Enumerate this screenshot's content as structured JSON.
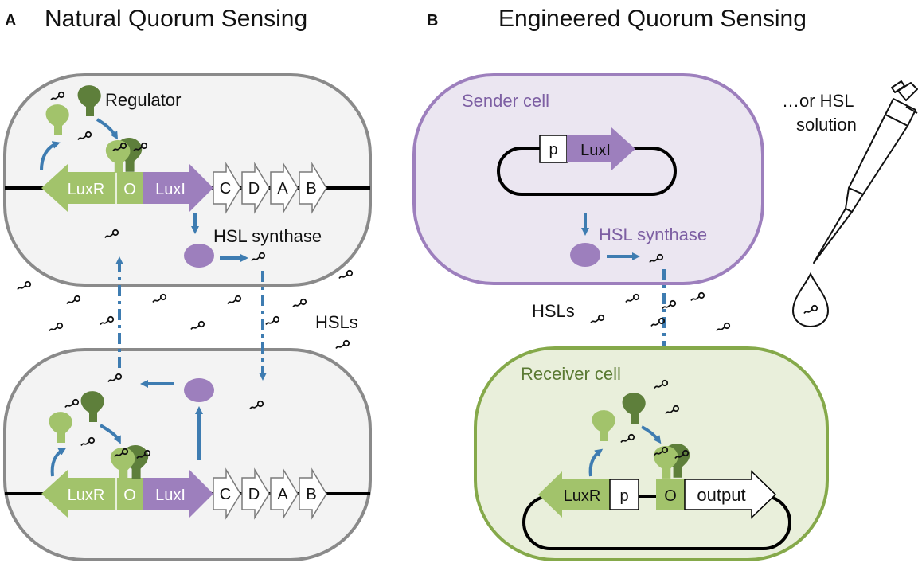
{
  "panels": [
    {
      "letter": "A",
      "title": "Natural Quorum Sensing"
    },
    {
      "letter": "B",
      "title": "Engineered Quorum Sensing"
    }
  ],
  "labels": {
    "regulator": "Regulator",
    "hsl_synthase_a": "HSL synthase",
    "hsls_a": "HSLs",
    "sender_cell": "Sender cell",
    "hsl_synthase_b": "HSL synthase",
    "hsls_b": "HSLs",
    "receiver_cell": "Receiver cell",
    "hsl_solution_line1": "…or HSL",
    "hsl_solution_line2": "solution"
  },
  "genes": {
    "luxr": "LuxR",
    "operator": "O",
    "luxi": "LuxI",
    "c": "C",
    "d": "D",
    "a": "A",
    "b": "B",
    "promoter": "p",
    "output": "output"
  },
  "colors": {
    "light_green": "#a2c36b",
    "dark_green": "#5e7f3b",
    "purple": "#9d7fbd",
    "arrow_blue": "#3e7cb1",
    "cell_gray": "#8a8a8a",
    "cell_fill": "#f3f3f3",
    "sender_border": "#9d7fbd",
    "sender_fill": "#ebe6f1",
    "receiver_border": "#85a94a",
    "receiver_fill": "#e9efdb",
    "receiver_text": "#5a7a33",
    "sender_text": "#7d5fa3"
  }
}
